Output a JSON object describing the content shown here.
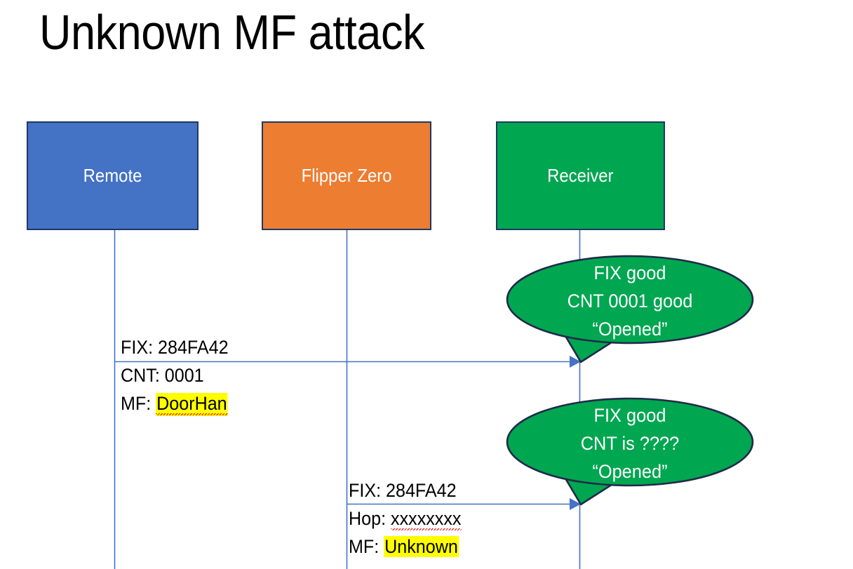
{
  "slide": {
    "title": "Unknown MF attack",
    "background_color": "#FFFFFF"
  },
  "colors": {
    "remote_fill": "#4472C4",
    "flipper_fill": "#ED7D31",
    "receiver_fill": "#00A650",
    "box_border": "#1F3864",
    "lifeline": "#4472C4",
    "arrow": "#4472C4",
    "callout_fill": "#00A650",
    "callout_border": "#1F2A4A",
    "highlight": "#FFFF00",
    "spellcheck_squiggle": "#E03030",
    "text_dark": "#000000",
    "text_light": "#FFFFFF"
  },
  "actors": [
    {
      "id": "remote",
      "label": "Remote",
      "fill": "#4472C4"
    },
    {
      "id": "flipper",
      "label": "Flipper Zero",
      "fill": "#ED7D31"
    },
    {
      "id": "receiver",
      "label": "Receiver",
      "fill": "#00A650"
    }
  ],
  "messages": [
    {
      "id": "msg-remote-to-receiver",
      "from": "remote",
      "to": "receiver",
      "label_above": "FIX: 284FA42",
      "label_below_line1_prefix": "CNT: ",
      "label_below_line1_value": "0001",
      "label_below_line2_prefix": "MF: ",
      "label_below_line2_value": "DoorHan",
      "label_below_line2_highlighted": true
    },
    {
      "id": "msg-flipper-to-receiver",
      "from": "flipper",
      "to": "receiver",
      "label_above": "FIX: 284FA42",
      "label_below_line1_prefix": "Hop: ",
      "label_below_line1_value": "xxxxxxxx",
      "label_below_line2_prefix": "MF: ",
      "label_below_line2_value": "Unknown",
      "label_below_line2_highlighted": true
    }
  ],
  "callouts": [
    {
      "id": "callout-good",
      "line1": "FIX good",
      "line2": "CNT 0001 good",
      "line3": "“Opened”"
    },
    {
      "id": "callout-unknown",
      "line1": "FIX good",
      "line2": "CNT is ????",
      "line3": "“Opened”"
    }
  ]
}
